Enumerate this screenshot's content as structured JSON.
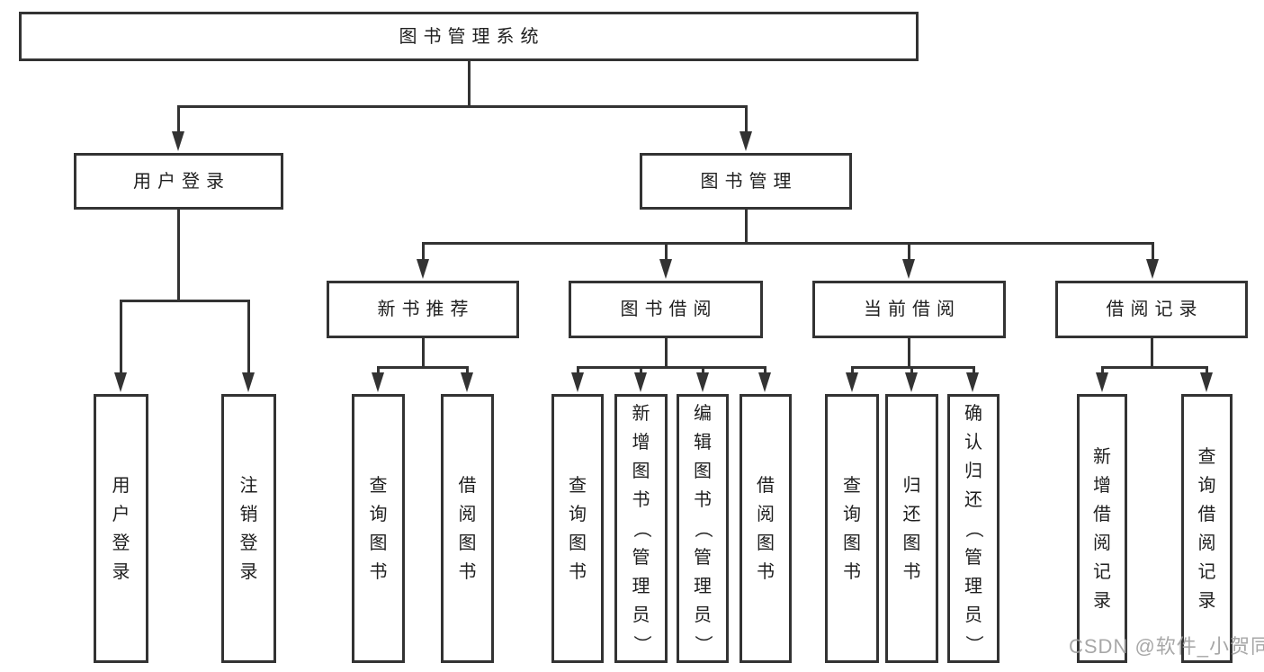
{
  "tree": {
    "label": "图书管理系统",
    "children": [
      {
        "label": "用户登录",
        "children": [
          {
            "label": "用户登录"
          },
          {
            "label": "注销登录"
          }
        ]
      },
      {
        "label": "图书管理",
        "children": [
          {
            "label": "新书推荐",
            "children": [
              {
                "label": "查询图书"
              },
              {
                "label": "借阅图书"
              }
            ]
          },
          {
            "label": "图书借阅",
            "children": [
              {
                "label": "查询图书"
              },
              {
                "label": "新增图书（管理员）"
              },
              {
                "label": "编辑图书（管理员）"
              },
              {
                "label": "借阅图书"
              }
            ]
          },
          {
            "label": "当前借阅",
            "children": [
              {
                "label": "查询图书"
              },
              {
                "label": "归还图书"
              },
              {
                "label": "确认归还（管理员）"
              }
            ]
          },
          {
            "label": "借阅记录",
            "children": [
              {
                "label": "新增借阅记录"
              },
              {
                "label": "查询借阅记录"
              }
            ]
          }
        ]
      }
    ]
  },
  "watermark": "CSDN @软件_小贺同学",
  "colors": {
    "line": "#333333",
    "text": "#1f1f1f",
    "box_background": "#ffffff",
    "page_background": "#ffffff",
    "watermark": "#9e9e9e"
  }
}
